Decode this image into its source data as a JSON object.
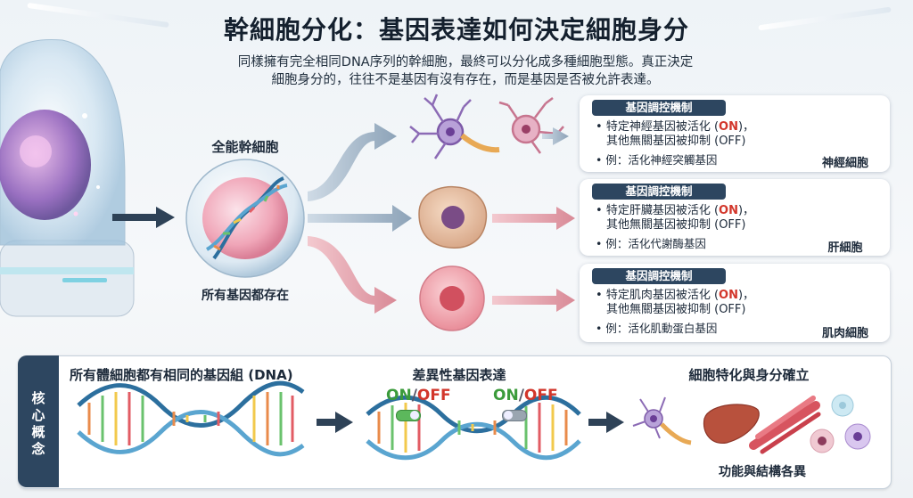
{
  "title": "幹細胞分化：基因表達如何決定細胞身分",
  "subtitle": "同樣擁有完全相同DNA序列的幹細胞，最終可以分化成多種細胞型態。真正決定細胞身分的，往往不是基因有沒有存在，而是基因是否被允許表達。",
  "stem_cell": {
    "top_label": "全能幹細胞",
    "bottom_label": "所有基因都存在"
  },
  "pathways": [
    {
      "chip": "基因調控機制",
      "line1_pre": "特定神經基因被活化 (",
      "on": "ON",
      "line1_post": ")，",
      "line2": "其他無關基因被抑制 (OFF)",
      "example": "例：活化神經突觸基因",
      "cell_name": "神經細胞"
    },
    {
      "chip": "基因調控機制",
      "line1_pre": "特定肝臟基因被活化 (",
      "on": "ON",
      "line1_post": ")，",
      "line2": "其他無關基因被抑制 (OFF)",
      "example": "例：活化代謝酶基因",
      "cell_name": "肝細胞"
    },
    {
      "chip": "基因調控機制",
      "line1_pre": "特定肌肉基因被活化 (",
      "on": "ON",
      "line1_post": ")，",
      "line2": "其他無關基因被抑制 (OFF)",
      "example": "例：活化肌動蛋白基因",
      "cell_name": "肌肉細胞"
    }
  ],
  "core": {
    "tab": [
      "核",
      "心",
      "概",
      "念"
    ],
    "step1": "所有體細胞都有相同的基因組 (DNA)",
    "step2": "差異性基因表達",
    "on_text": "ON",
    "slash": "/",
    "off_text": "OFF",
    "step3": "細胞特化與身分確立",
    "step3_caption": "功能與結構各異"
  }
}
